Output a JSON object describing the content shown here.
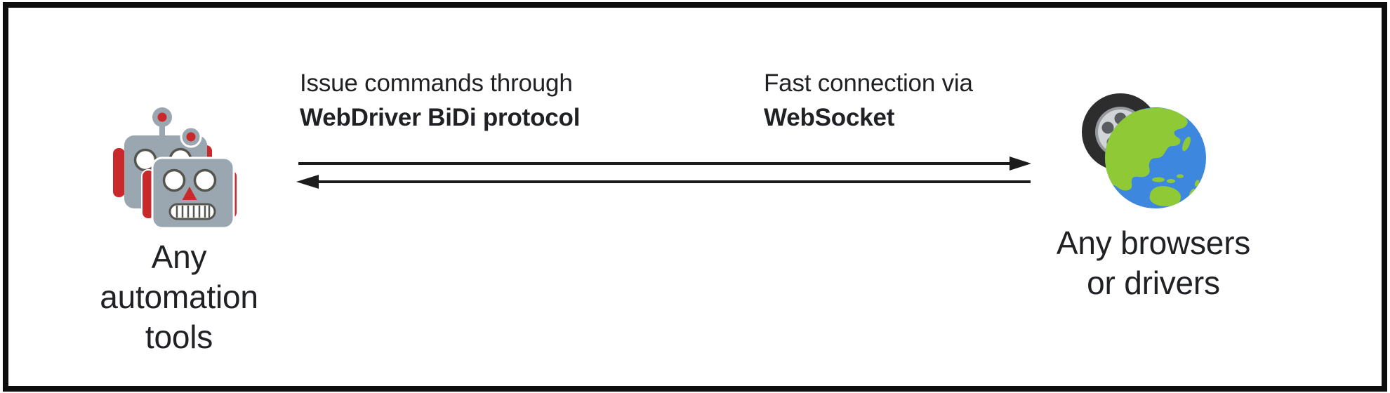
{
  "diagram": {
    "left_node": {
      "icon": "robots-icon",
      "lines": [
        "Any",
        "automation",
        "tools"
      ]
    },
    "right_node": {
      "icon": "globe-tire-icon",
      "lines": [
        "Any browsers",
        "or drivers"
      ]
    },
    "top_connection": {
      "line1": "Issue commands through",
      "line2": "WebDriver BiDi protocol"
    },
    "bottom_connection": {
      "line1": "Fast connection via",
      "line2": "WebSocket"
    }
  },
  "colors": {
    "frame_border": "#0d0d0d",
    "text": "#202124",
    "arrow": "#1c1c1c",
    "robot_gray": "#9aa6b0",
    "robot_red": "#c9292b",
    "robot_line": "#54564e",
    "globe_ocean": "#3e87df",
    "globe_land": "#8fca36",
    "tire_rubber": "#2d2d2d",
    "tire_rim": "#d2d5d8"
  }
}
